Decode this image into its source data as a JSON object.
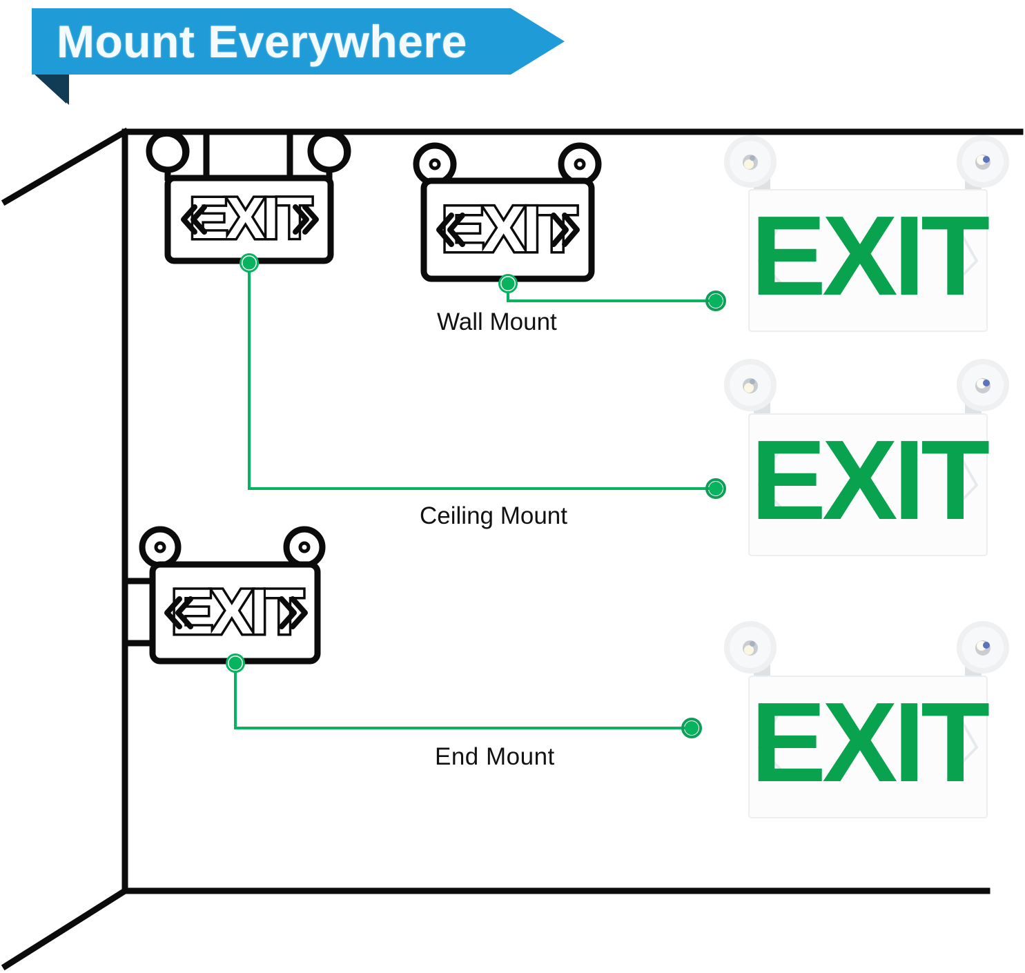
{
  "banner": {
    "title": "Mount Everywhere",
    "fill_color": "#1f9cd8",
    "fold_color": "#123b56",
    "text_color": "#f4fbff"
  },
  "colors": {
    "line": "#0b0b0b",
    "connector_green": "#07b35e",
    "exit_green": "#09a24e",
    "housing_white": "#f7f8f8",
    "lamp_white": "#e9ebec"
  },
  "room": {
    "name": "room-outline",
    "description": "corner-of-room line drawing with ceiling, back wall and floor"
  },
  "diagram_signs": [
    {
      "id": "ceiling-mount-sign",
      "label_for": "Ceiling Mount",
      "exit_text": "EXIT",
      "left_chevron": "«",
      "right_chevron": "»"
    },
    {
      "id": "wall-mount-sign",
      "label_for": "Wall Mount",
      "exit_text": "EXIT",
      "left_chevron": "«",
      "right_chevron": "»"
    },
    {
      "id": "end-mount-sign",
      "label_for": "End  Mount",
      "exit_text": "EXIT",
      "left_chevron": "«",
      "right_chevron": "»"
    }
  ],
  "labels": {
    "wall_mount": "Wall Mount",
    "ceiling_mount": "Ceiling Mount",
    "end_mount": "End  Mount"
  },
  "products": [
    {
      "id": "product-wall-mount",
      "exit_text": "EXIT",
      "lamp_count": 2,
      "body_color": "#ffffff",
      "text_color": "#09a24e"
    },
    {
      "id": "product-ceiling-mount",
      "exit_text": "EXIT",
      "lamp_count": 2,
      "body_color": "#ffffff",
      "text_color": "#09a24e"
    },
    {
      "id": "product-end-mount",
      "exit_text": "EXIT",
      "lamp_count": 2,
      "body_color": "#ffffff",
      "text_color": "#09a24e"
    }
  ]
}
